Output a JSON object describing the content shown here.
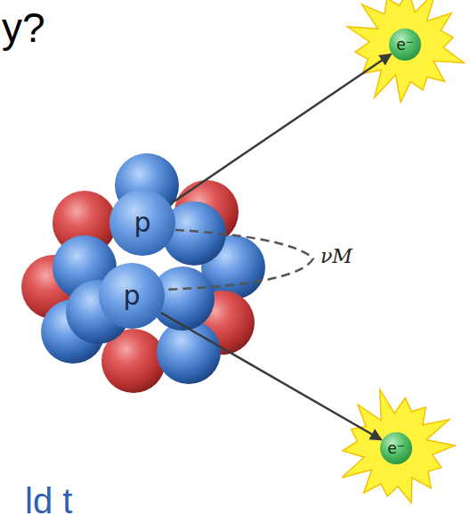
{
  "diagram": {
    "nodes": [
      {
        "text": [
          "p"
        ]
      },
      {
        "text": [
          "p"
        ]
      },
      {
        "text": [
          "e⁻"
        ]
      },
      {
        "text": [
          "e⁻"
        ]
      }
    ],
    "edges": [
      {
        "from": 0,
        "to": 2,
        "arrow": "to"
      },
      {
        "from": 1,
        "to": 3,
        "arrow": "to"
      }
    ],
    "labels": [
      "y?",
      "νM",
      "ld t"
    ]
  }
}
